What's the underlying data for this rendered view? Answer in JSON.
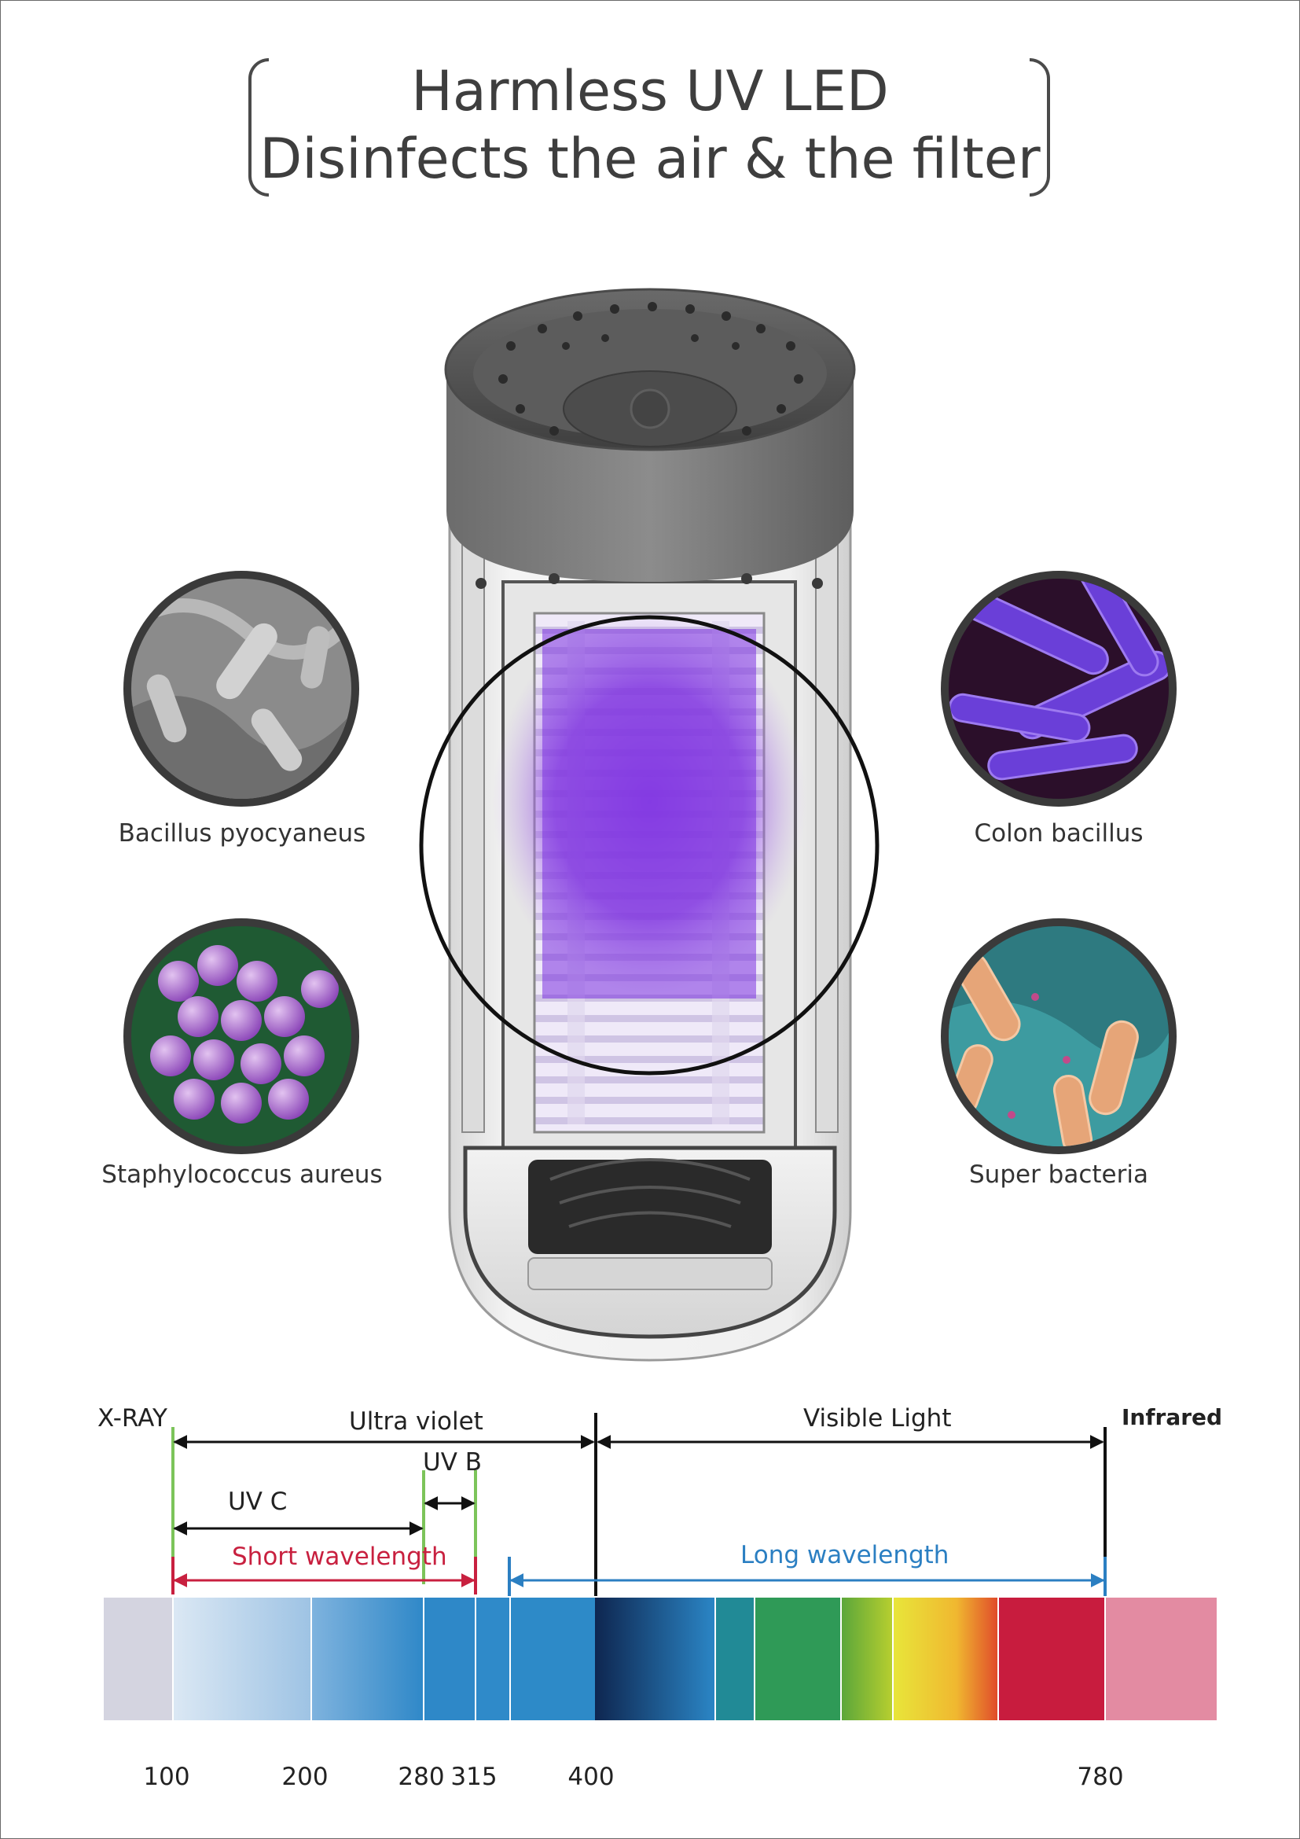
{
  "title": {
    "line1": "Harmless UV LED",
    "line2": "Disinfects the air & the filter"
  },
  "bacteria": {
    "top_left": "Bacillus pyocyaneus",
    "top_right": "Colon bacillus",
    "bottom_left": "Staphylococcus aureus",
    "bottom_right": "Super bacteria"
  },
  "spectrum": {
    "xray": "X-RAY",
    "ultraviolet": "Ultra violet",
    "visible": "Visible Light",
    "infrared": "Infrared",
    "uvb": "UV B",
    "uvc": "UV C",
    "short": "Short wavelength",
    "long": "Long wavelength",
    "ticks": {
      "t100": "100",
      "t200": "200",
      "t280": "280",
      "t315": "315",
      "t400": "400",
      "t780": "780"
    }
  },
  "colors": {
    "short_wavelength": "#c8203f",
    "long_wavelength": "#2b7fc2",
    "uv_marker": "#7cc45a",
    "uv_glow": "#7a2ee0"
  },
  "icons": [
    "air-purifier-illustration",
    "bacteria-micrograph"
  ]
}
